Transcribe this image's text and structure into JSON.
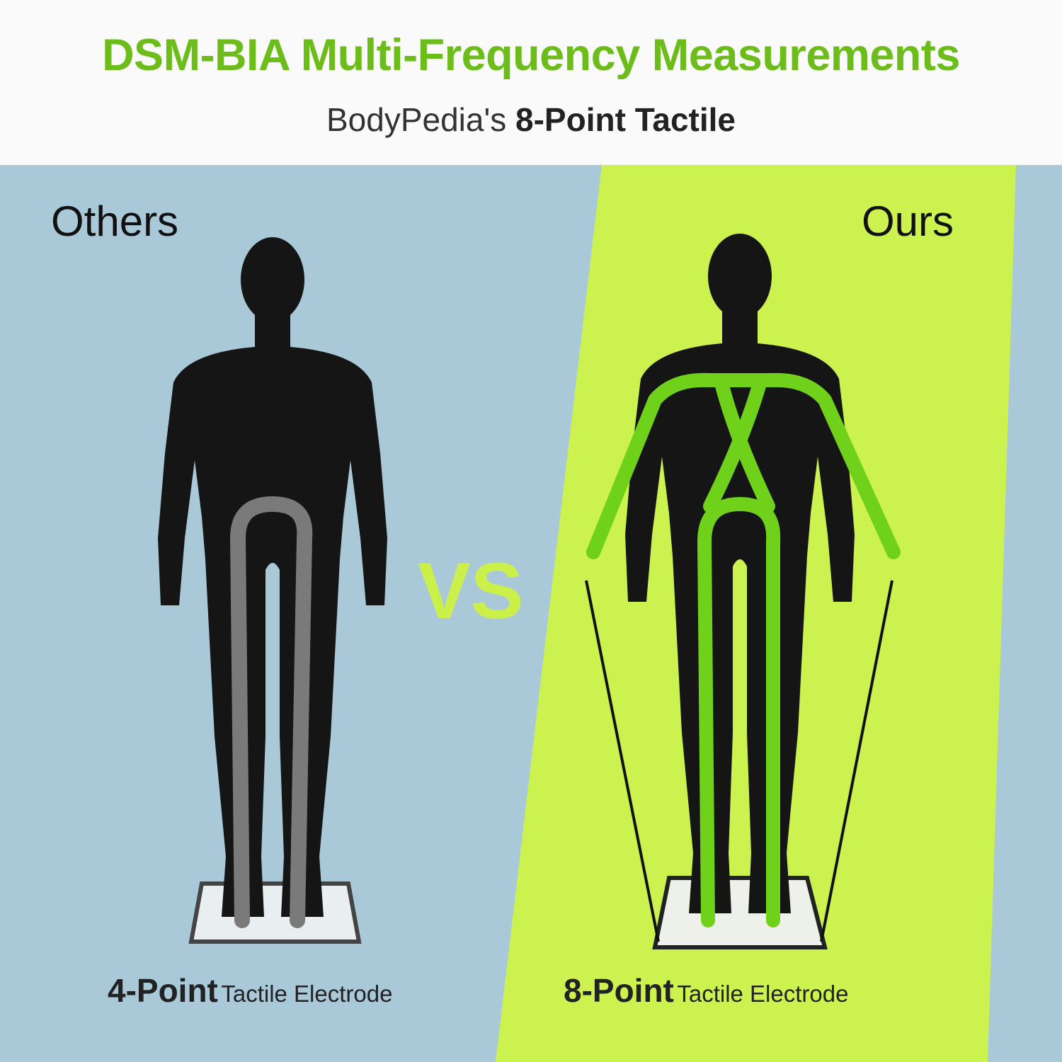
{
  "header": {
    "title": "DSM-BIA Multi-Frequency Measurements",
    "subtitle_brand": "BodyPedia's",
    "subtitle_bold": "8-Point Tactile"
  },
  "comparison": {
    "left_label": "Others",
    "right_label": "Ours",
    "vs": "VS",
    "left_caption_big": "4-Point",
    "left_caption_small": "Tactile Electrode",
    "right_caption_big": "8-Point",
    "right_caption_small": "Tactile Electrode"
  },
  "colors": {
    "title_green": "#6cbd1a",
    "panel_blue": "#a9c9d8",
    "highlight_lime": "#ccf250",
    "current_green": "#6fd11a",
    "current_grey": "#7a7a7a"
  }
}
